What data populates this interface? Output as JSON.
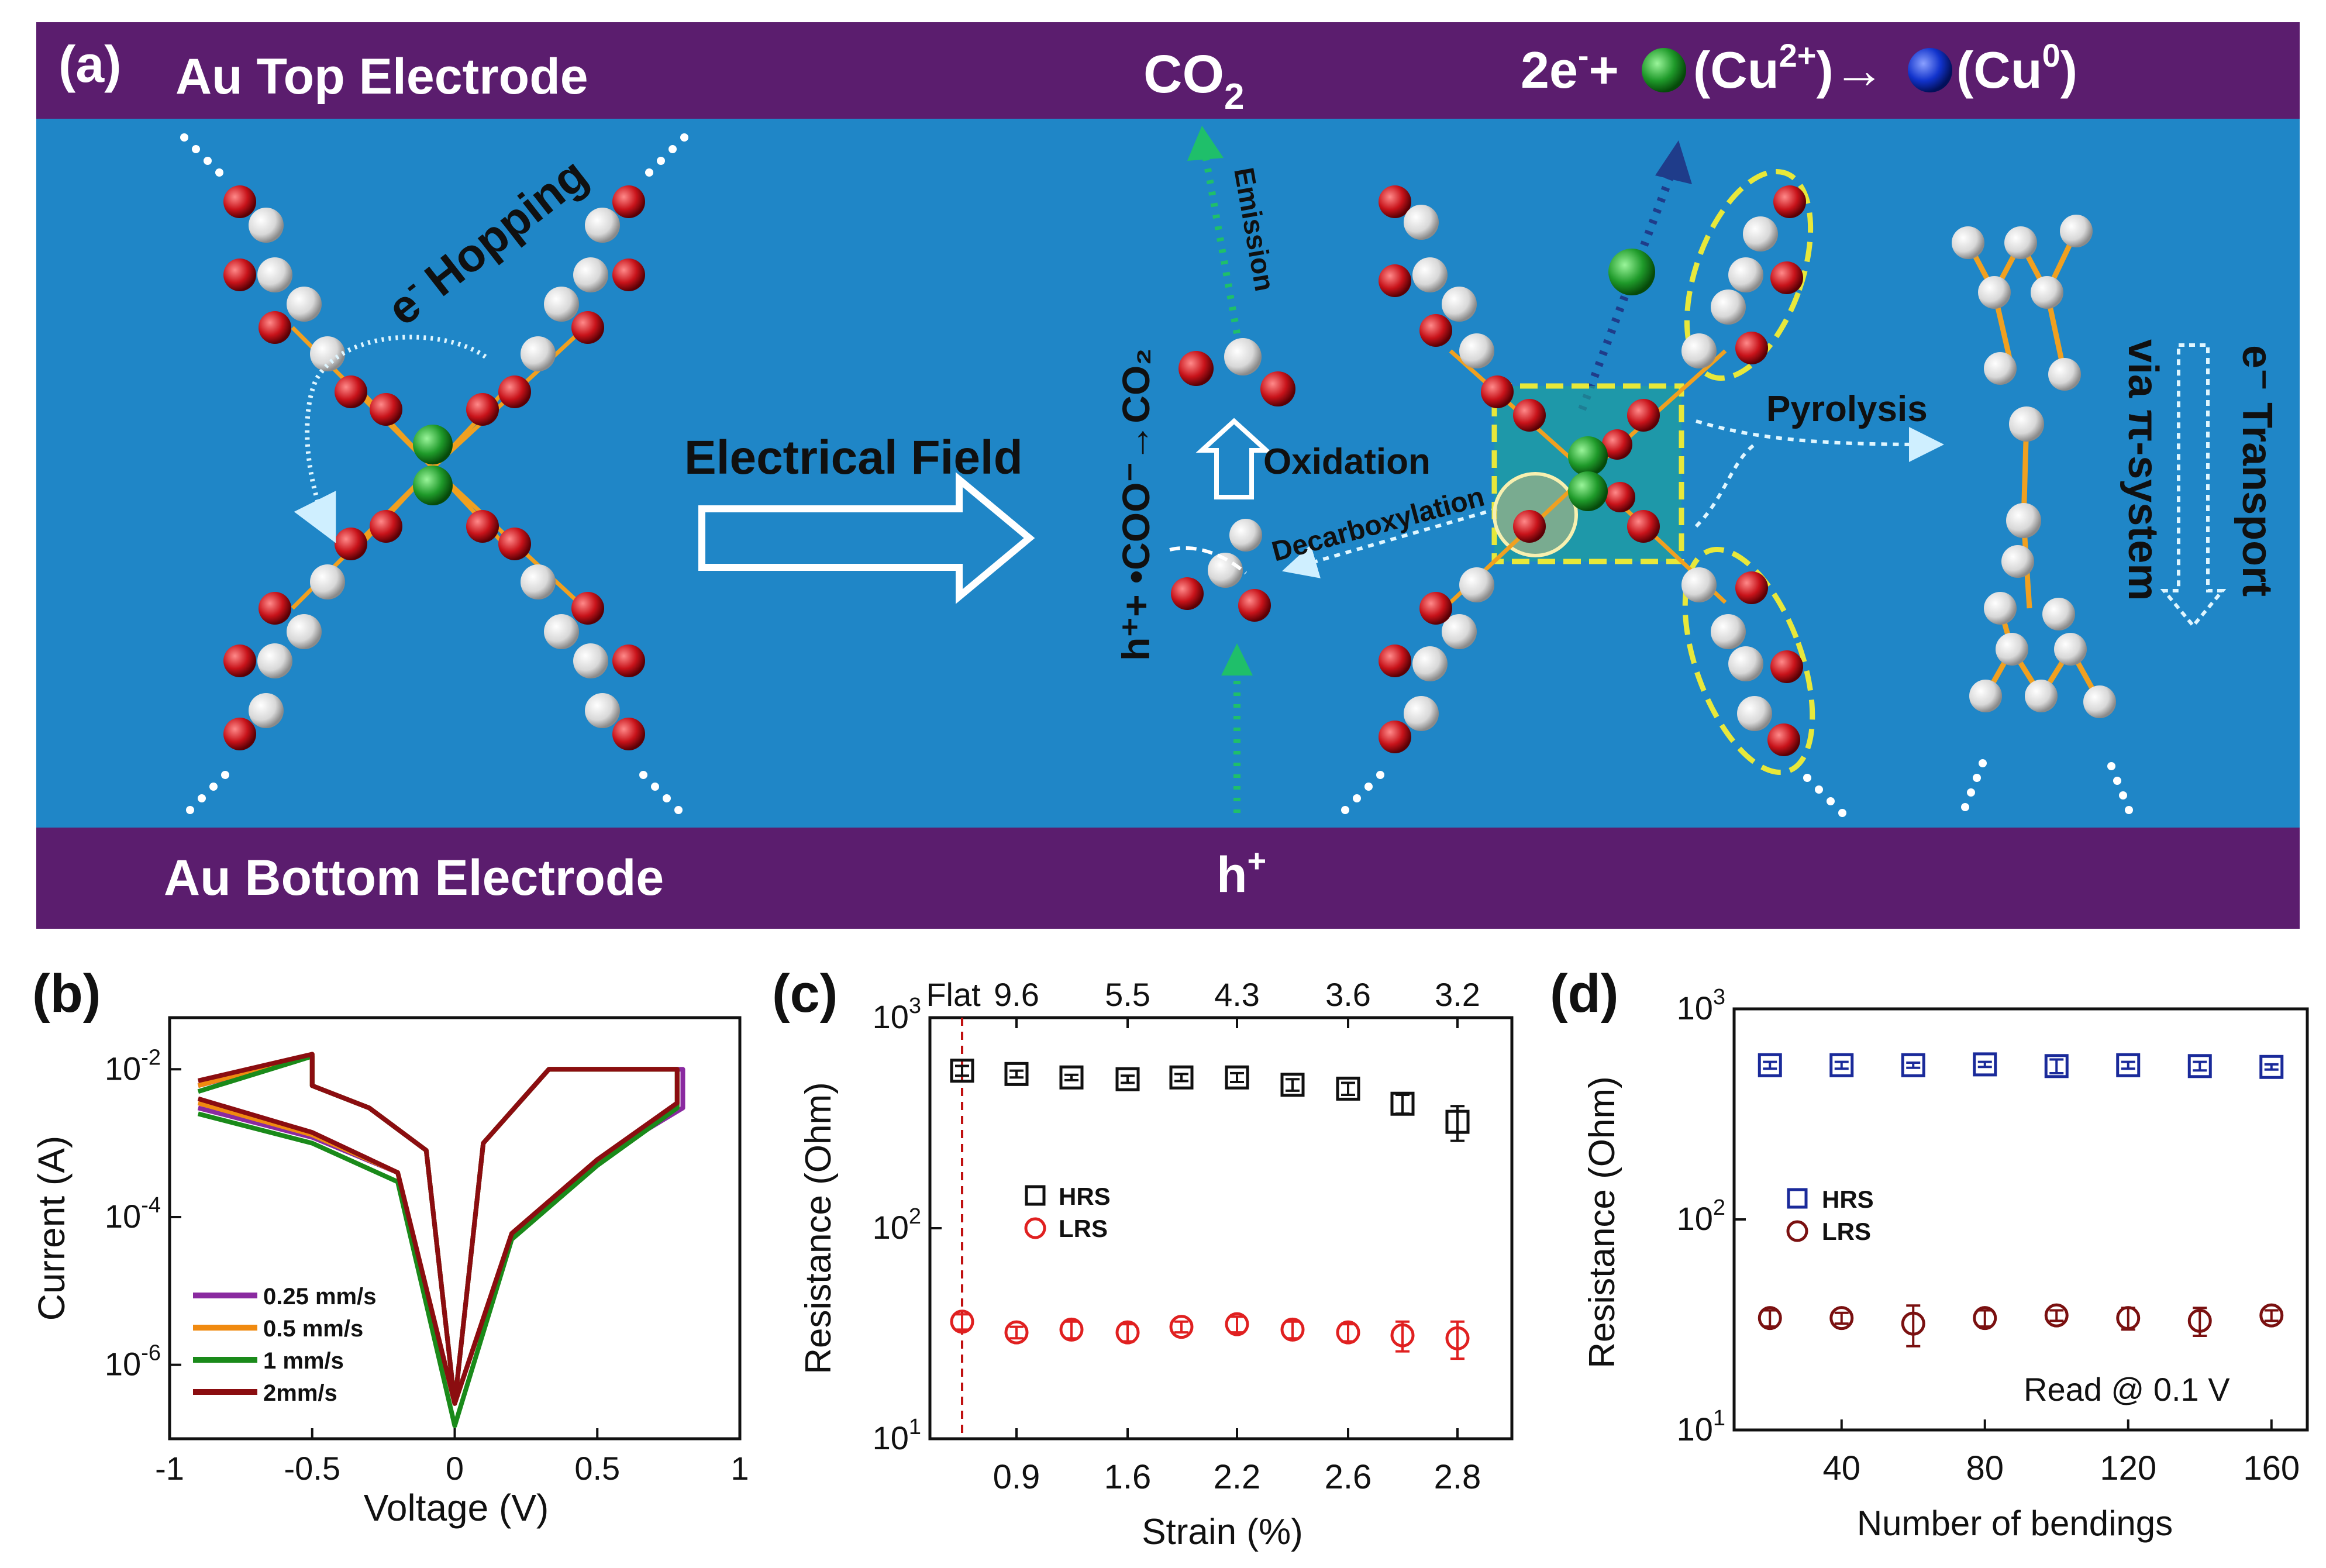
{
  "panel_a": {
    "label": "(a)",
    "top_electrode": "Au Top  Electrode",
    "bottom_electrode": "Au Bottom  Electrode",
    "co2": "CO",
    "co2_sub": "2",
    "reaction_2e": "2e",
    "reaction_plus": "+",
    "reaction_cu2_open": "(Cu",
    "reaction_cu2_sup": "2+",
    "reaction_cu2_close": ")",
    "reaction_arrow": "→",
    "reaction_cu0_open": "(Cu",
    "reaction_cu0_sup": "0",
    "reaction_cu0_close": ")",
    "hplus": "h",
    "hplus_sup": "+",
    "e_hopping": "e",
    "e_hopping_word": "Hopping",
    "electrical_field": "Electrical Field",
    "emission": "Emission",
    "oxidation": "Oxidation",
    "decarboxylation": "Decarboxylation",
    "vertical_reaction": "h⁺+ •COO⁻→CO₂",
    "pyrolysis": "Pyrolysis",
    "e_transport": "e⁻ Transport",
    "via_pi": "via π-system",
    "colors": {
      "electrode_band": "#5b1d6e",
      "field_background": "#1f86c7",
      "oxygen": "#c8131a",
      "carbon": "#e8e8e8",
      "copper_green": "#1f9a2a",
      "copper_blue": "#1133cc",
      "bond": "#f0a020",
      "dashed_box": "#e8e83a",
      "emission_arrow": "#1fbf6a",
      "cu_arrow": "#1f3c8a"
    }
  },
  "panel_b": {
    "label": "(b)",
    "xlabel": "Voltage (V)",
    "ylabel": "Current (A)",
    "xticks": [
      "-1",
      "-0.5",
      "0",
      "0.5",
      "1"
    ],
    "yticks": [
      {
        "base": "10",
        "exp": "-2"
      },
      {
        "base": "10",
        "exp": "-4"
      },
      {
        "base": "10",
        "exp": "-6"
      }
    ],
    "legend": [
      {
        "name": "0.25 mm/s",
        "color": "#8a2aa0"
      },
      {
        "name": "0.5 mm/s",
        "color": "#f08a10"
      },
      {
        "name": "1 mm/s",
        "color": "#1a8a1a"
      },
      {
        "name": "2mm/s",
        "color": "#8b0d10"
      }
    ]
  },
  "panel_c": {
    "label": "(c)",
    "xlabel": "Strain (%)",
    "ylabel": "Resistance (Ohm)",
    "xticks": [
      "0.9",
      "1.6",
      "2.2",
      "2.6",
      "2.8"
    ],
    "top_ticks": [
      "Flat",
      "9.6",
      "5.5",
      "4.3",
      "3.6",
      "3.2"
    ],
    "yticks": [
      {
        "base": "10",
        "exp": "3"
      },
      {
        "base": "10",
        "exp": "2"
      },
      {
        "base": "10",
        "exp": "1"
      }
    ],
    "legend": [
      {
        "name": "HRS",
        "color": "#111111"
      },
      {
        "name": "LRS",
        "color": "#e02020"
      }
    ]
  },
  "panel_d": {
    "label": "(d)",
    "xlabel": "Number of bendings",
    "ylabel": "Resistance (Ohm)",
    "xticks": [
      "40",
      "80",
      "120",
      "160"
    ],
    "yticks": [
      {
        "base": "10",
        "exp": "3"
      },
      {
        "base": "10",
        "exp": "2"
      },
      {
        "base": "10",
        "exp": "1"
      }
    ],
    "legend": [
      {
        "name": "HRS",
        "color": "#1a2a9a"
      },
      {
        "name": "LRS",
        "color": "#7a1010"
      }
    ],
    "annotation": "Read @ 0.1 V"
  },
  "chart_data": [
    {
      "type": "line",
      "panel": "b",
      "xlabel": "Voltage (V)",
      "ylabel": "Current (A)",
      "yscale": "log",
      "xlim": [
        -1,
        1
      ],
      "ylim": [
        1e-07,
        0.05
      ],
      "series": [
        {
          "name": "0.25 mm/s",
          "x": [
            -0.9,
            -0.5,
            -0.2,
            0,
            0.2,
            0.5,
            0.8,
            0.8,
            0.33,
            0.1,
            0,
            -0.1,
            -0.3,
            -0.5,
            -0.5,
            -0.9
          ],
          "y": [
            0.003,
            0.0012,
            0.0004,
            3e-07,
            6e-05,
            0.0006,
            0.003,
            0.01,
            0.01,
            0.001,
            3e-07,
            0.0008,
            0.003,
            0.006,
            0.015,
            0.006
          ]
        },
        {
          "name": "0.5 mm/s",
          "x": [
            -0.9,
            -0.5,
            -0.2,
            0,
            0.2,
            0.5,
            0.78,
            0.78,
            0.33,
            0.1,
            0,
            -0.1,
            -0.3,
            -0.5,
            -0.5,
            -0.9
          ],
          "y": [
            0.0035,
            0.0013,
            0.0004,
            3e-07,
            6e-05,
            0.0006,
            0.003,
            0.01,
            0.01,
            0.001,
            3e-07,
            0.0008,
            0.003,
            0.006,
            0.016,
            0.006
          ]
        },
        {
          "name": "1 mm/s",
          "x": [
            -0.9,
            -0.5,
            -0.2,
            0,
            0.2,
            0.5,
            0.78,
            0.78,
            0.33,
            0.1,
            0,
            -0.1,
            -0.3,
            -0.5,
            -0.5,
            -0.9
          ],
          "y": [
            0.0025,
            0.001,
            0.0003,
            1.5e-07,
            5e-05,
            0.0005,
            0.003,
            0.01,
            0.01,
            0.001,
            3e-07,
            0.0008,
            0.003,
            0.006,
            0.015,
            0.005
          ]
        },
        {
          "name": "2mm/s",
          "x": [
            -0.9,
            -0.5,
            -0.2,
            0,
            0.2,
            0.5,
            0.78,
            0.78,
            0.33,
            0.1,
            0,
            -0.1,
            -0.3,
            -0.5,
            -0.5,
            -0.9
          ],
          "y": [
            0.004,
            0.0014,
            0.0004,
            3e-07,
            6e-05,
            0.0006,
            0.0035,
            0.01,
            0.01,
            0.001,
            3e-07,
            0.0008,
            0.003,
            0.006,
            0.016,
            0.007
          ]
        }
      ]
    },
    {
      "type": "scatter",
      "panel": "c",
      "xlabel": "Strain (%)",
      "ylabel": "Resistance (Ohm)",
      "yscale": "log",
      "ylim": [
        10,
        1000
      ],
      "x": [
        0.5,
        0.9,
        1.25,
        1.6,
        1.9,
        2.2,
        2.4,
        2.6,
        2.7,
        2.8
      ],
      "series": [
        {
          "name": "HRS",
          "y": [
            560,
            540,
            520,
            510,
            520,
            520,
            480,
            460,
            390,
            320
          ],
          "err": [
            30,
            20,
            15,
            20,
            20,
            25,
            30,
            30,
            40,
            60
          ]
        },
        {
          "name": "LRS",
          "y": [
            36,
            32,
            33,
            32,
            34,
            35,
            33,
            32,
            31,
            30
          ],
          "err": [
            3,
            2,
            3,
            3,
            2,
            3,
            3,
            3,
            5,
            6
          ]
        }
      ]
    },
    {
      "type": "scatter",
      "panel": "d",
      "xlabel": "Number of bendings",
      "ylabel": "Resistance (Ohm)",
      "yscale": "log",
      "xlim": [
        10,
        170
      ],
      "ylim": [
        10,
        1000
      ],
      "x": [
        20,
        40,
        60,
        80,
        100,
        120,
        140,
        160
      ],
      "series": [
        {
          "name": "HRS",
          "y": [
            540,
            540,
            540,
            545,
            535,
            540,
            535,
            530
          ],
          "err": [
            20,
            20,
            15,
            15,
            40,
            20,
            25,
            15
          ]
        },
        {
          "name": "LRS",
          "y": [
            34,
            34,
            32,
            34,
            35,
            34,
            33,
            35
          ],
          "err": [
            3,
            2,
            7,
            3,
            2,
            4,
            5,
            2
          ]
        }
      ]
    }
  ]
}
